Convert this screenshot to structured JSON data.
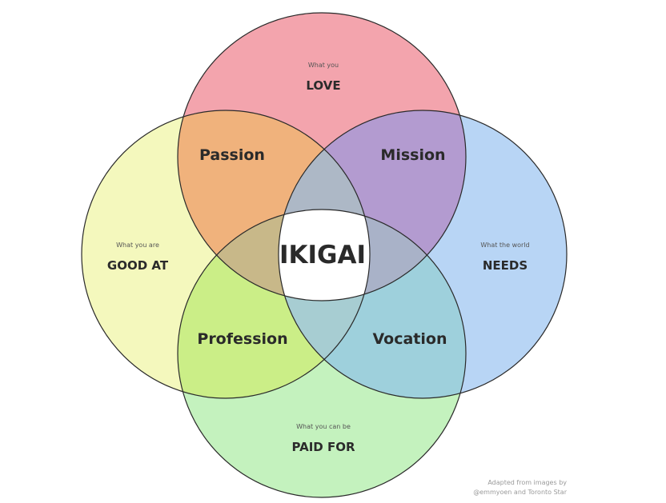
{
  "circles": {
    "love": {
      "small": "What you",
      "big": "LOVE",
      "fill": "#f3a4ad"
    },
    "good_at": {
      "small": "What you are",
      "big": "GOOD AT",
      "fill": "#f4f8bd"
    },
    "needs": {
      "small": "What the world",
      "big": "NEEDS",
      "fill": "#b8d5f5"
    },
    "paid_for": {
      "small": "What you can be",
      "big": "PAID FOR",
      "fill": "#c4f2be"
    }
  },
  "overlaps": {
    "passion": "Passion",
    "mission": "Mission",
    "profession": "Profession",
    "vocation": "Vocation"
  },
  "center": {
    "label": "IKIGAI",
    "fill": "#ffffff"
  },
  "credit": {
    "line1": "Adapted from images by",
    "line2": "@emmyoen and Toronto Star"
  },
  "colors": {
    "outline": "#2a2a2a",
    "text": "#2a2a2a"
  }
}
